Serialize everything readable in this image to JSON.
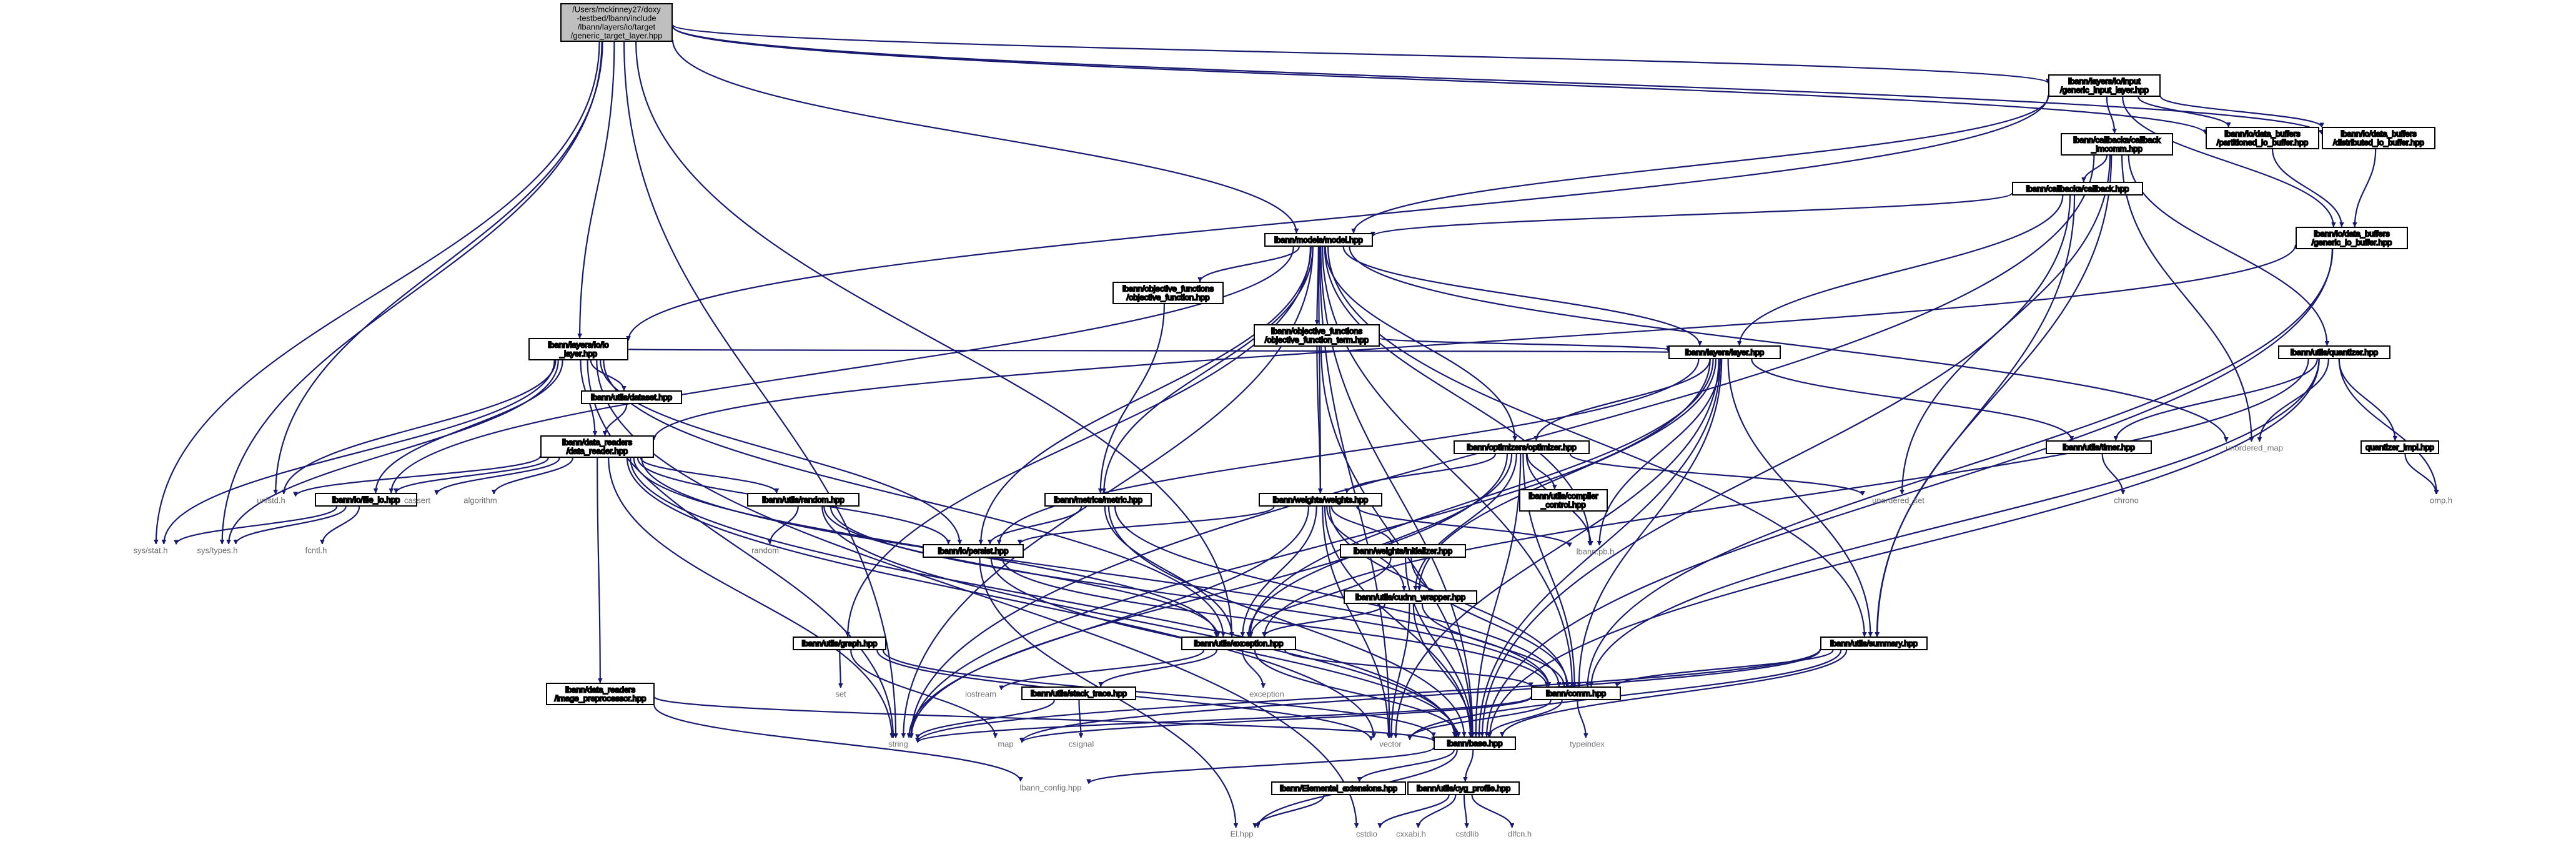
{
  "graph": {
    "nodes": [
      {
        "id": "root",
        "lines": [
          "/Users/mckinney27/doxy",
          "-testbed/lbann/include",
          "/lbann/layers/io/target",
          "/generic_target_layer.hpp"
        ]
      },
      {
        "id": "generic_input_layer",
        "lines": [
          "lbann/layers/io/input",
          "/generic_input_layer.hpp"
        ]
      },
      {
        "id": "partitioned_io_buffer",
        "lines": [
          "lbann/io/data_buffers",
          "/partitioned_io_buffer.hpp"
        ]
      },
      {
        "id": "distributed_io_buffer",
        "lines": [
          "lbann/io/data_buffers",
          "/distributed_io_buffer.hpp"
        ]
      },
      {
        "id": "callback_imcomm",
        "lines": [
          "lbann/callbacks/callback",
          "_imcomm.hpp"
        ]
      },
      {
        "id": "callback",
        "lines": [
          "lbann/callbacks/callback.hpp"
        ]
      },
      {
        "id": "generic_io_buffer",
        "lines": [
          "lbann/io/data_buffers",
          "/generic_io_buffer.hpp"
        ]
      },
      {
        "id": "model",
        "lines": [
          "lbann/models/model.hpp"
        ]
      },
      {
        "id": "objective_function",
        "lines": [
          "lbann/objective_functions",
          "/objective_function.hpp"
        ]
      },
      {
        "id": "objective_function_term",
        "lines": [
          "lbann/objective_functions",
          "/objective_function_term.hpp"
        ]
      },
      {
        "id": "io_layer",
        "lines": [
          "lbann/layers/io/io",
          "_layer.hpp"
        ]
      },
      {
        "id": "layer",
        "lines": [
          "lbann/layers/layer.hpp"
        ]
      },
      {
        "id": "quantizer",
        "lines": [
          "lbann/utils/quantizer.hpp"
        ]
      },
      {
        "id": "dataset",
        "lines": [
          "lbann/utils/dataset.hpp"
        ]
      },
      {
        "id": "data_reader",
        "lines": [
          "lbann/data_readers",
          "/data_reader.hpp"
        ]
      },
      {
        "id": "optimizer",
        "lines": [
          "lbann/optimizers/optimizer.hpp"
        ]
      },
      {
        "id": "timer",
        "lines": [
          "lbann/utils/timer.hpp"
        ]
      },
      {
        "id": "unordered_map",
        "lines": [
          "unordered_map"
        ]
      },
      {
        "id": "quantizer_impl",
        "lines": [
          "quantizer_impl.hpp"
        ]
      },
      {
        "id": "unistd_h",
        "lines": [
          "unistd.h"
        ]
      },
      {
        "id": "file_io",
        "lines": [
          "lbann/io/file_io.hpp"
        ]
      },
      {
        "id": "cassert",
        "lines": [
          "cassert"
        ]
      },
      {
        "id": "algorithm",
        "lines": [
          "algorithm"
        ]
      },
      {
        "id": "random_hpp",
        "lines": [
          "lbann/utils/random.hpp"
        ]
      },
      {
        "id": "metric",
        "lines": [
          "lbann/metrics/metric.hpp"
        ]
      },
      {
        "id": "weights",
        "lines": [
          "lbann/weights/weights.hpp"
        ]
      },
      {
        "id": "compiler_control",
        "lines": [
          "lbann/utils/compiler",
          "_control.hpp"
        ]
      },
      {
        "id": "unordered_set",
        "lines": [
          "unordered_set"
        ]
      },
      {
        "id": "chrono",
        "lines": [
          "chrono"
        ]
      },
      {
        "id": "omp_h",
        "lines": [
          "omp.h"
        ]
      },
      {
        "id": "sys_stat",
        "lines": [
          "sys/stat.h"
        ]
      },
      {
        "id": "sys_types",
        "lines": [
          "sys/types.h"
        ]
      },
      {
        "id": "fcntl",
        "lines": [
          "fcntl.h"
        ]
      },
      {
        "id": "random",
        "lines": [
          "random"
        ]
      },
      {
        "id": "persist",
        "lines": [
          "lbann/io/persist.hpp"
        ]
      },
      {
        "id": "initializer",
        "lines": [
          "lbann/weights/initializer.hpp"
        ]
      },
      {
        "id": "lbann_pb",
        "lines": [
          "lbann.pb.h"
        ]
      },
      {
        "id": "cudnn_wrapper",
        "lines": [
          "lbann/utils/cudnn_wrapper.hpp"
        ]
      },
      {
        "id": "graph",
        "lines": [
          "lbann/utils/graph.hpp"
        ]
      },
      {
        "id": "exception",
        "lines": [
          "lbann/utils/exception.hpp"
        ]
      },
      {
        "id": "summary",
        "lines": [
          "lbann/utils/summary.hpp"
        ]
      },
      {
        "id": "set",
        "lines": [
          "set"
        ]
      },
      {
        "id": "iostream",
        "lines": [
          "iostream"
        ]
      },
      {
        "id": "exception_std",
        "lines": [
          "exception"
        ]
      },
      {
        "id": "image_preprocessor",
        "lines": [
          "lbann/data_readers",
          "/image_preprocessor.hpp"
        ]
      },
      {
        "id": "stack_trace",
        "lines": [
          "lbann/utils/stack_trace.hpp"
        ]
      },
      {
        "id": "comm",
        "lines": [
          "lbann/comm.hpp"
        ]
      },
      {
        "id": "string",
        "lines": [
          "string"
        ]
      },
      {
        "id": "map",
        "lines": [
          "map"
        ]
      },
      {
        "id": "csignal",
        "lines": [
          "csignal"
        ]
      },
      {
        "id": "vector",
        "lines": [
          "vector"
        ]
      },
      {
        "id": "base",
        "lines": [
          "lbann/base.hpp"
        ]
      },
      {
        "id": "typeindex",
        "lines": [
          "typeindex"
        ]
      },
      {
        "id": "lbann_config",
        "lines": [
          "lbann_config.hpp"
        ]
      },
      {
        "id": "elemental_extensions",
        "lines": [
          "lbann/Elemental_extensions.hpp"
        ]
      },
      {
        "id": "cyg_profile",
        "lines": [
          "lbann/utils/cyg_profile.hpp"
        ]
      },
      {
        "id": "el_hpp",
        "lines": [
          "El.hpp"
        ]
      },
      {
        "id": "cstdio",
        "lines": [
          "cstdio"
        ]
      },
      {
        "id": "cxxabi",
        "lines": [
          "cxxabi.h"
        ]
      },
      {
        "id": "cstdlib",
        "lines": [
          "cstdlib"
        ]
      },
      {
        "id": "dlfcn",
        "lines": [
          "dlfcn.h"
        ]
      }
    ],
    "edges": [
      [
        "root",
        "generic_input_layer"
      ],
      [
        "root",
        "partitioned_io_buffer"
      ],
      [
        "root",
        "distributed_io_buffer"
      ],
      [
        "root",
        "model"
      ],
      [
        "root",
        "io_layer"
      ],
      [
        "root",
        "exception"
      ],
      [
        "root",
        "unistd_h"
      ],
      [
        "root",
        "sys_stat"
      ],
      [
        "root",
        "sys_types"
      ],
      [
        "root",
        "string"
      ],
      [
        "generic_input_layer",
        "partitioned_io_buffer"
      ],
      [
        "generic_input_layer",
        "distributed_io_buffer"
      ],
      [
        "generic_input_layer",
        "callback_imcomm"
      ],
      [
        "generic_input_layer",
        "generic_io_buffer"
      ],
      [
        "generic_input_layer",
        "model"
      ],
      [
        "generic_input_layer",
        "io_layer"
      ],
      [
        "partitioned_io_buffer",
        "generic_io_buffer"
      ],
      [
        "distributed_io_buffer",
        "generic_io_buffer"
      ],
      [
        "callback_imcomm",
        "callback"
      ],
      [
        "callback_imcomm",
        "quantizer"
      ],
      [
        "callback_imcomm",
        "unordered_map"
      ],
      [
        "callback_imcomm",
        "unordered_set"
      ],
      [
        "callback_imcomm",
        "summary"
      ],
      [
        "callback_imcomm",
        "string"
      ],
      [
        "callback",
        "model"
      ],
      [
        "callback",
        "layer"
      ],
      [
        "callback",
        "summary"
      ],
      [
        "callback",
        "base"
      ],
      [
        "generic_io_buffer",
        "data_reader"
      ],
      [
        "generic_io_buffer",
        "comm"
      ],
      [
        "generic_io_buffer",
        "base"
      ],
      [
        "model",
        "objective_function"
      ],
      [
        "model",
        "objective_function_term"
      ],
      [
        "model",
        "layer"
      ],
      [
        "model",
        "metric"
      ],
      [
        "model",
        "weights"
      ],
      [
        "model",
        "optimizer"
      ],
      [
        "model",
        "graph"
      ],
      [
        "model",
        "persist"
      ],
      [
        "model",
        "summary"
      ],
      [
        "model",
        "unordered_map"
      ],
      [
        "model",
        "lbann_pb"
      ],
      [
        "model",
        "file_io"
      ],
      [
        "model",
        "base"
      ],
      [
        "model",
        "comm"
      ],
      [
        "model",
        "string"
      ],
      [
        "model",
        "vector"
      ],
      [
        "objective_function",
        "metric"
      ],
      [
        "objective_function_term",
        "layer"
      ],
      [
        "objective_function_term",
        "weights"
      ],
      [
        "objective_function_term",
        "base"
      ],
      [
        "io_layer",
        "layer"
      ],
      [
        "io_layer",
        "dataset"
      ],
      [
        "io_layer",
        "data_reader"
      ],
      [
        "io_layer",
        "file_io"
      ],
      [
        "io_layer",
        "unistd_h"
      ],
      [
        "io_layer",
        "sys_stat"
      ],
      [
        "io_layer",
        "sys_types"
      ],
      [
        "io_layer",
        "persist"
      ],
      [
        "io_layer",
        "exception"
      ],
      [
        "io_layer",
        "string"
      ],
      [
        "io_layer",
        "cstdio"
      ],
      [
        "dataset",
        "data_reader"
      ],
      [
        "data_reader",
        "file_io"
      ],
      [
        "data_reader",
        "unistd_h"
      ],
      [
        "data_reader",
        "cassert"
      ],
      [
        "data_reader",
        "algorithm"
      ],
      [
        "data_reader",
        "random_hpp"
      ],
      [
        "data_reader",
        "persist"
      ],
      [
        "data_reader",
        "image_preprocessor"
      ],
      [
        "data_reader",
        "exception"
      ],
      [
        "data_reader",
        "comm"
      ],
      [
        "data_reader",
        "base"
      ],
      [
        "data_reader",
        "string"
      ],
      [
        "data_reader",
        "vector"
      ],
      [
        "layer",
        "optimizer"
      ],
      [
        "layer",
        "timer"
      ],
      [
        "layer",
        "summary"
      ],
      [
        "layer",
        "cudnn_wrapper"
      ],
      [
        "layer",
        "persist"
      ],
      [
        "layer",
        "lbann_pb"
      ],
      [
        "layer",
        "exception"
      ],
      [
        "layer",
        "comm"
      ],
      [
        "layer",
        "base"
      ],
      [
        "layer",
        "string"
      ],
      [
        "layer",
        "vector"
      ],
      [
        "quantizer",
        "timer"
      ],
      [
        "quantizer",
        "unordered_map"
      ],
      [
        "quantizer",
        "quantizer_impl"
      ],
      [
        "quantizer",
        "omp_h"
      ],
      [
        "quantizer",
        "comm"
      ],
      [
        "quantizer",
        "exception"
      ],
      [
        "quantizer",
        "base"
      ],
      [
        "quantizer_impl",
        "omp_h"
      ],
      [
        "optimizer",
        "weights"
      ],
      [
        "optimizer",
        "compiler_control"
      ],
      [
        "optimizer",
        "unordered_set"
      ],
      [
        "optimizer",
        "lbann_pb"
      ],
      [
        "optimizer",
        "cudnn_wrapper"
      ],
      [
        "optimizer",
        "exception"
      ],
      [
        "optimizer",
        "comm"
      ],
      [
        "optimizer",
        "string"
      ],
      [
        "optimizer",
        "base"
      ],
      [
        "timer",
        "chrono"
      ],
      [
        "file_io",
        "sys_stat"
      ],
      [
        "file_io",
        "sys_types"
      ],
      [
        "file_io",
        "fcntl"
      ],
      [
        "random_hpp",
        "random"
      ],
      [
        "random_hpp",
        "exception"
      ],
      [
        "random_hpp",
        "comm"
      ],
      [
        "random_hpp",
        "base"
      ],
      [
        "metric",
        "persist"
      ],
      [
        "metric",
        "exception"
      ],
      [
        "metric",
        "comm"
      ],
      [
        "metric",
        "base"
      ],
      [
        "weights",
        "initializer"
      ],
      [
        "weights",
        "cudnn_wrapper"
      ],
      [
        "weights",
        "persist"
      ],
      [
        "weights",
        "lbann_pb"
      ],
      [
        "weights",
        "exception"
      ],
      [
        "weights",
        "comm"
      ],
      [
        "weights",
        "base"
      ],
      [
        "weights",
        "vector"
      ],
      [
        "weights",
        "string"
      ],
      [
        "initializer",
        "exception"
      ],
      [
        "initializer",
        "comm"
      ],
      [
        "initializer",
        "base"
      ],
      [
        "persist",
        "comm"
      ],
      [
        "persist",
        "el_hpp"
      ],
      [
        "persist",
        "base"
      ],
      [
        "cudnn_wrapper",
        "exception"
      ],
      [
        "cudnn_wrapper",
        "comm"
      ],
      [
        "cudnn_wrapper",
        "base"
      ],
      [
        "cudnn_wrapper",
        "vector"
      ],
      [
        "graph",
        "set"
      ],
      [
        "graph",
        "map"
      ],
      [
        "graph",
        "vector"
      ],
      [
        "graph",
        "base"
      ],
      [
        "exception",
        "iostream"
      ],
      [
        "exception",
        "exception_std"
      ],
      [
        "exception",
        "stack_trace"
      ],
      [
        "exception",
        "comm"
      ],
      [
        "exception",
        "base"
      ],
      [
        "summary",
        "comm"
      ],
      [
        "summary",
        "base"
      ],
      [
        "summary",
        "string"
      ],
      [
        "summary",
        "map"
      ],
      [
        "summary",
        "vector"
      ],
      [
        "image_preprocessor",
        "lbann_config"
      ],
      [
        "image_preprocessor",
        "base"
      ],
      [
        "stack_trace",
        "string"
      ],
      [
        "stack_trace",
        "csignal"
      ],
      [
        "comm",
        "base"
      ],
      [
        "comm",
        "typeindex"
      ],
      [
        "comm",
        "map"
      ],
      [
        "comm",
        "string"
      ],
      [
        "comm",
        "vector"
      ],
      [
        "base",
        "lbann_config"
      ],
      [
        "base",
        "elemental_extensions"
      ],
      [
        "base",
        "cyg_profile"
      ],
      [
        "base",
        "el_hpp"
      ],
      [
        "elemental_extensions",
        "el_hpp"
      ],
      [
        "cyg_profile",
        "cxxabi"
      ],
      [
        "cyg_profile",
        "cstdlib"
      ],
      [
        "cyg_profile",
        "dlfcn"
      ],
      [
        "cyg_profile",
        "cstdio"
      ]
    ]
  }
}
